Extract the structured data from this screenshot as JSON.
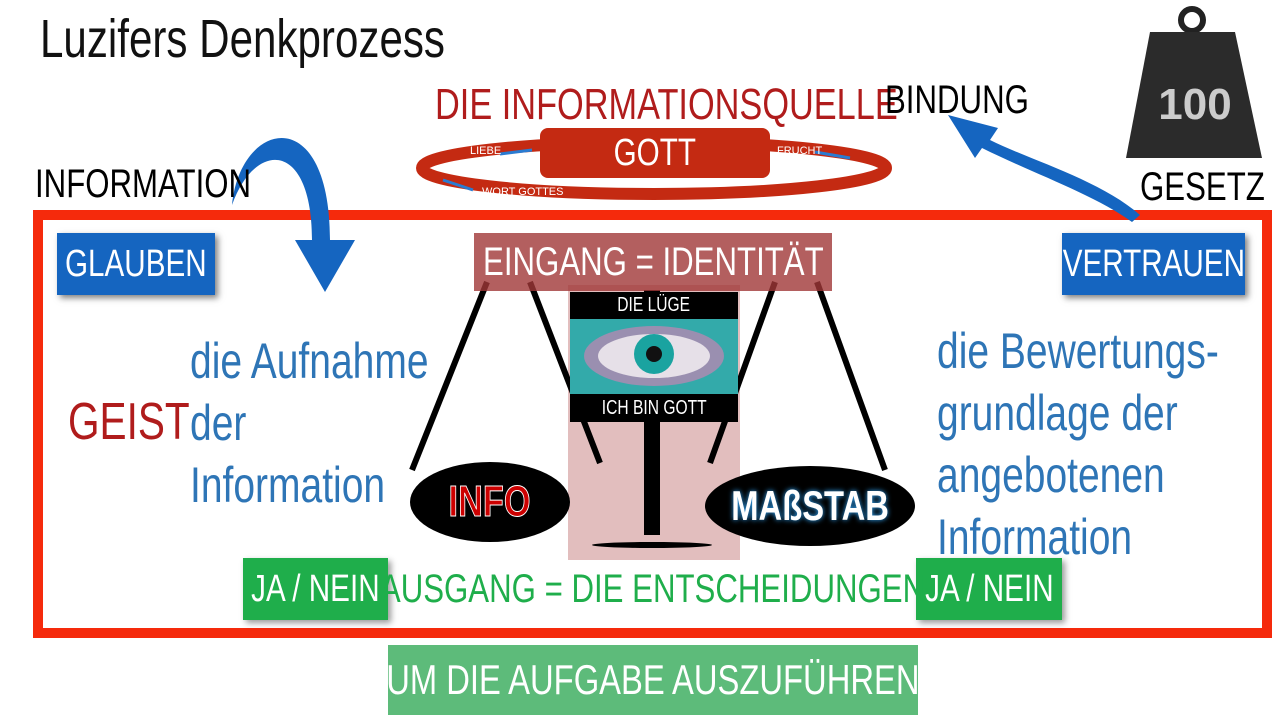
{
  "title": "Luzifers Denkprozess",
  "source": {
    "heading": "DIE INFORMATIONSQUELLE",
    "center": "GOTT",
    "ring": {
      "left": "LIEBE",
      "right": "FRUCHT",
      "bottom": "WORT GOTTES"
    }
  },
  "bindung": "BINDUNG",
  "weight": {
    "value": "100",
    "label": "GESETZ"
  },
  "information_label": "INFORMATION",
  "glauben": "GLAUBEN",
  "vertrauen": "VERTRAUEN",
  "eingang": "EINGANG = IDENTITÄT",
  "eye": {
    "top": "DIE LÜGE",
    "bottom": "ICH BIN GOTT"
  },
  "geist": "GEIST",
  "left_text": [
    "die Aufnahme",
    "der",
    "Information"
  ],
  "right_text": [
    "die Bewertungs-",
    "grundlage der",
    "angebotenen",
    "Information"
  ],
  "info": "INFO",
  "massstab": "MAßSTAB",
  "ja_nein": "JA / NEIN",
  "ausgang": "AUSGANG = DIE ENTSCHEIDUNGEN",
  "task": "UM DIE AUFGABE AUSZUFÜHREN",
  "colors": {
    "frame": "#f52a0c",
    "darkred": "#b01c1c",
    "blue": "#1565c0",
    "green": "#1fae4b"
  }
}
